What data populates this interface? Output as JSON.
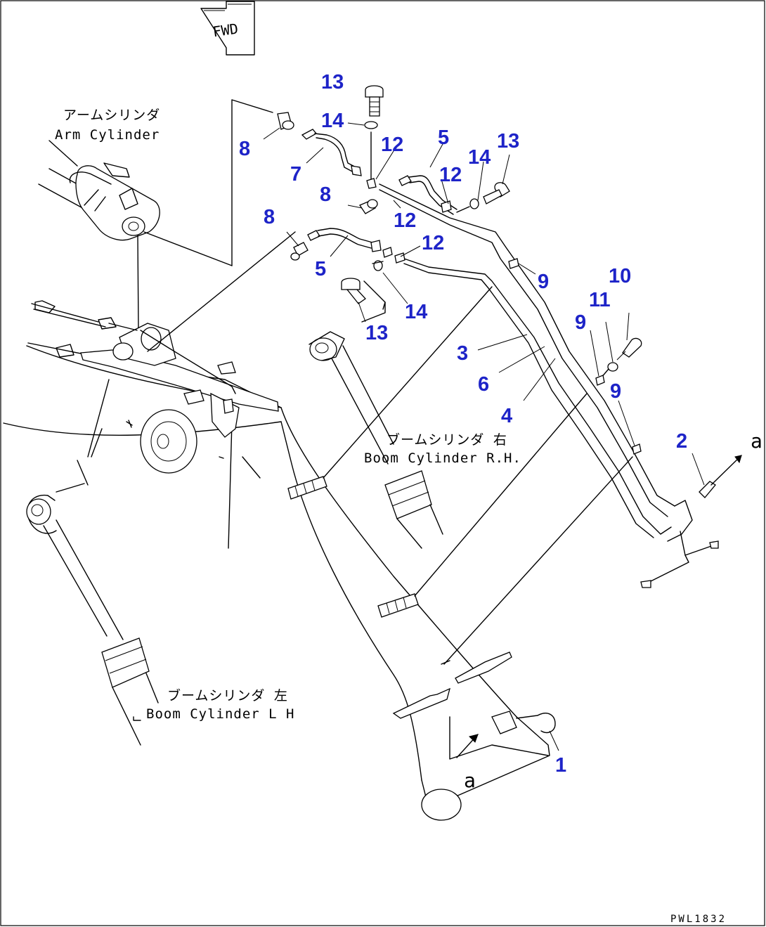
{
  "labels": {
    "arm_cylinder_jp": "アームシリンダ",
    "arm_cylinder_en": "Arm Cylinder",
    "boom_rh_jp": "ブームシリンダ 右",
    "boom_rh_en": "Boom Cylinder R.H.",
    "boom_lh_jp": "ブームシリンダ 左",
    "boom_lh_en": "Boom Cylinder L H",
    "fwd": "FWD",
    "marker_top": "a",
    "marker_bottom": "a",
    "drawing_code": "PWL1832"
  },
  "callouts": {
    "c13a": "13",
    "c14a": "14",
    "c8a": "8",
    "c7": "7",
    "c12a": "12",
    "c5a": "5",
    "c12b": "12",
    "c14b": "14",
    "c13b": "13",
    "c8b": "8",
    "c12c": "12",
    "c8c": "8",
    "c12d": "12",
    "c5b": "5",
    "c9a": "9",
    "c14c": "14",
    "c13c": "13",
    "c10": "10",
    "c11": "11",
    "c9b": "9",
    "c3": "3",
    "c6": "6",
    "c9c": "9",
    "c4": "4",
    "c2": "2",
    "c1": "1"
  },
  "colors": {
    "callout": "#1e24c8",
    "line": "#000000"
  }
}
